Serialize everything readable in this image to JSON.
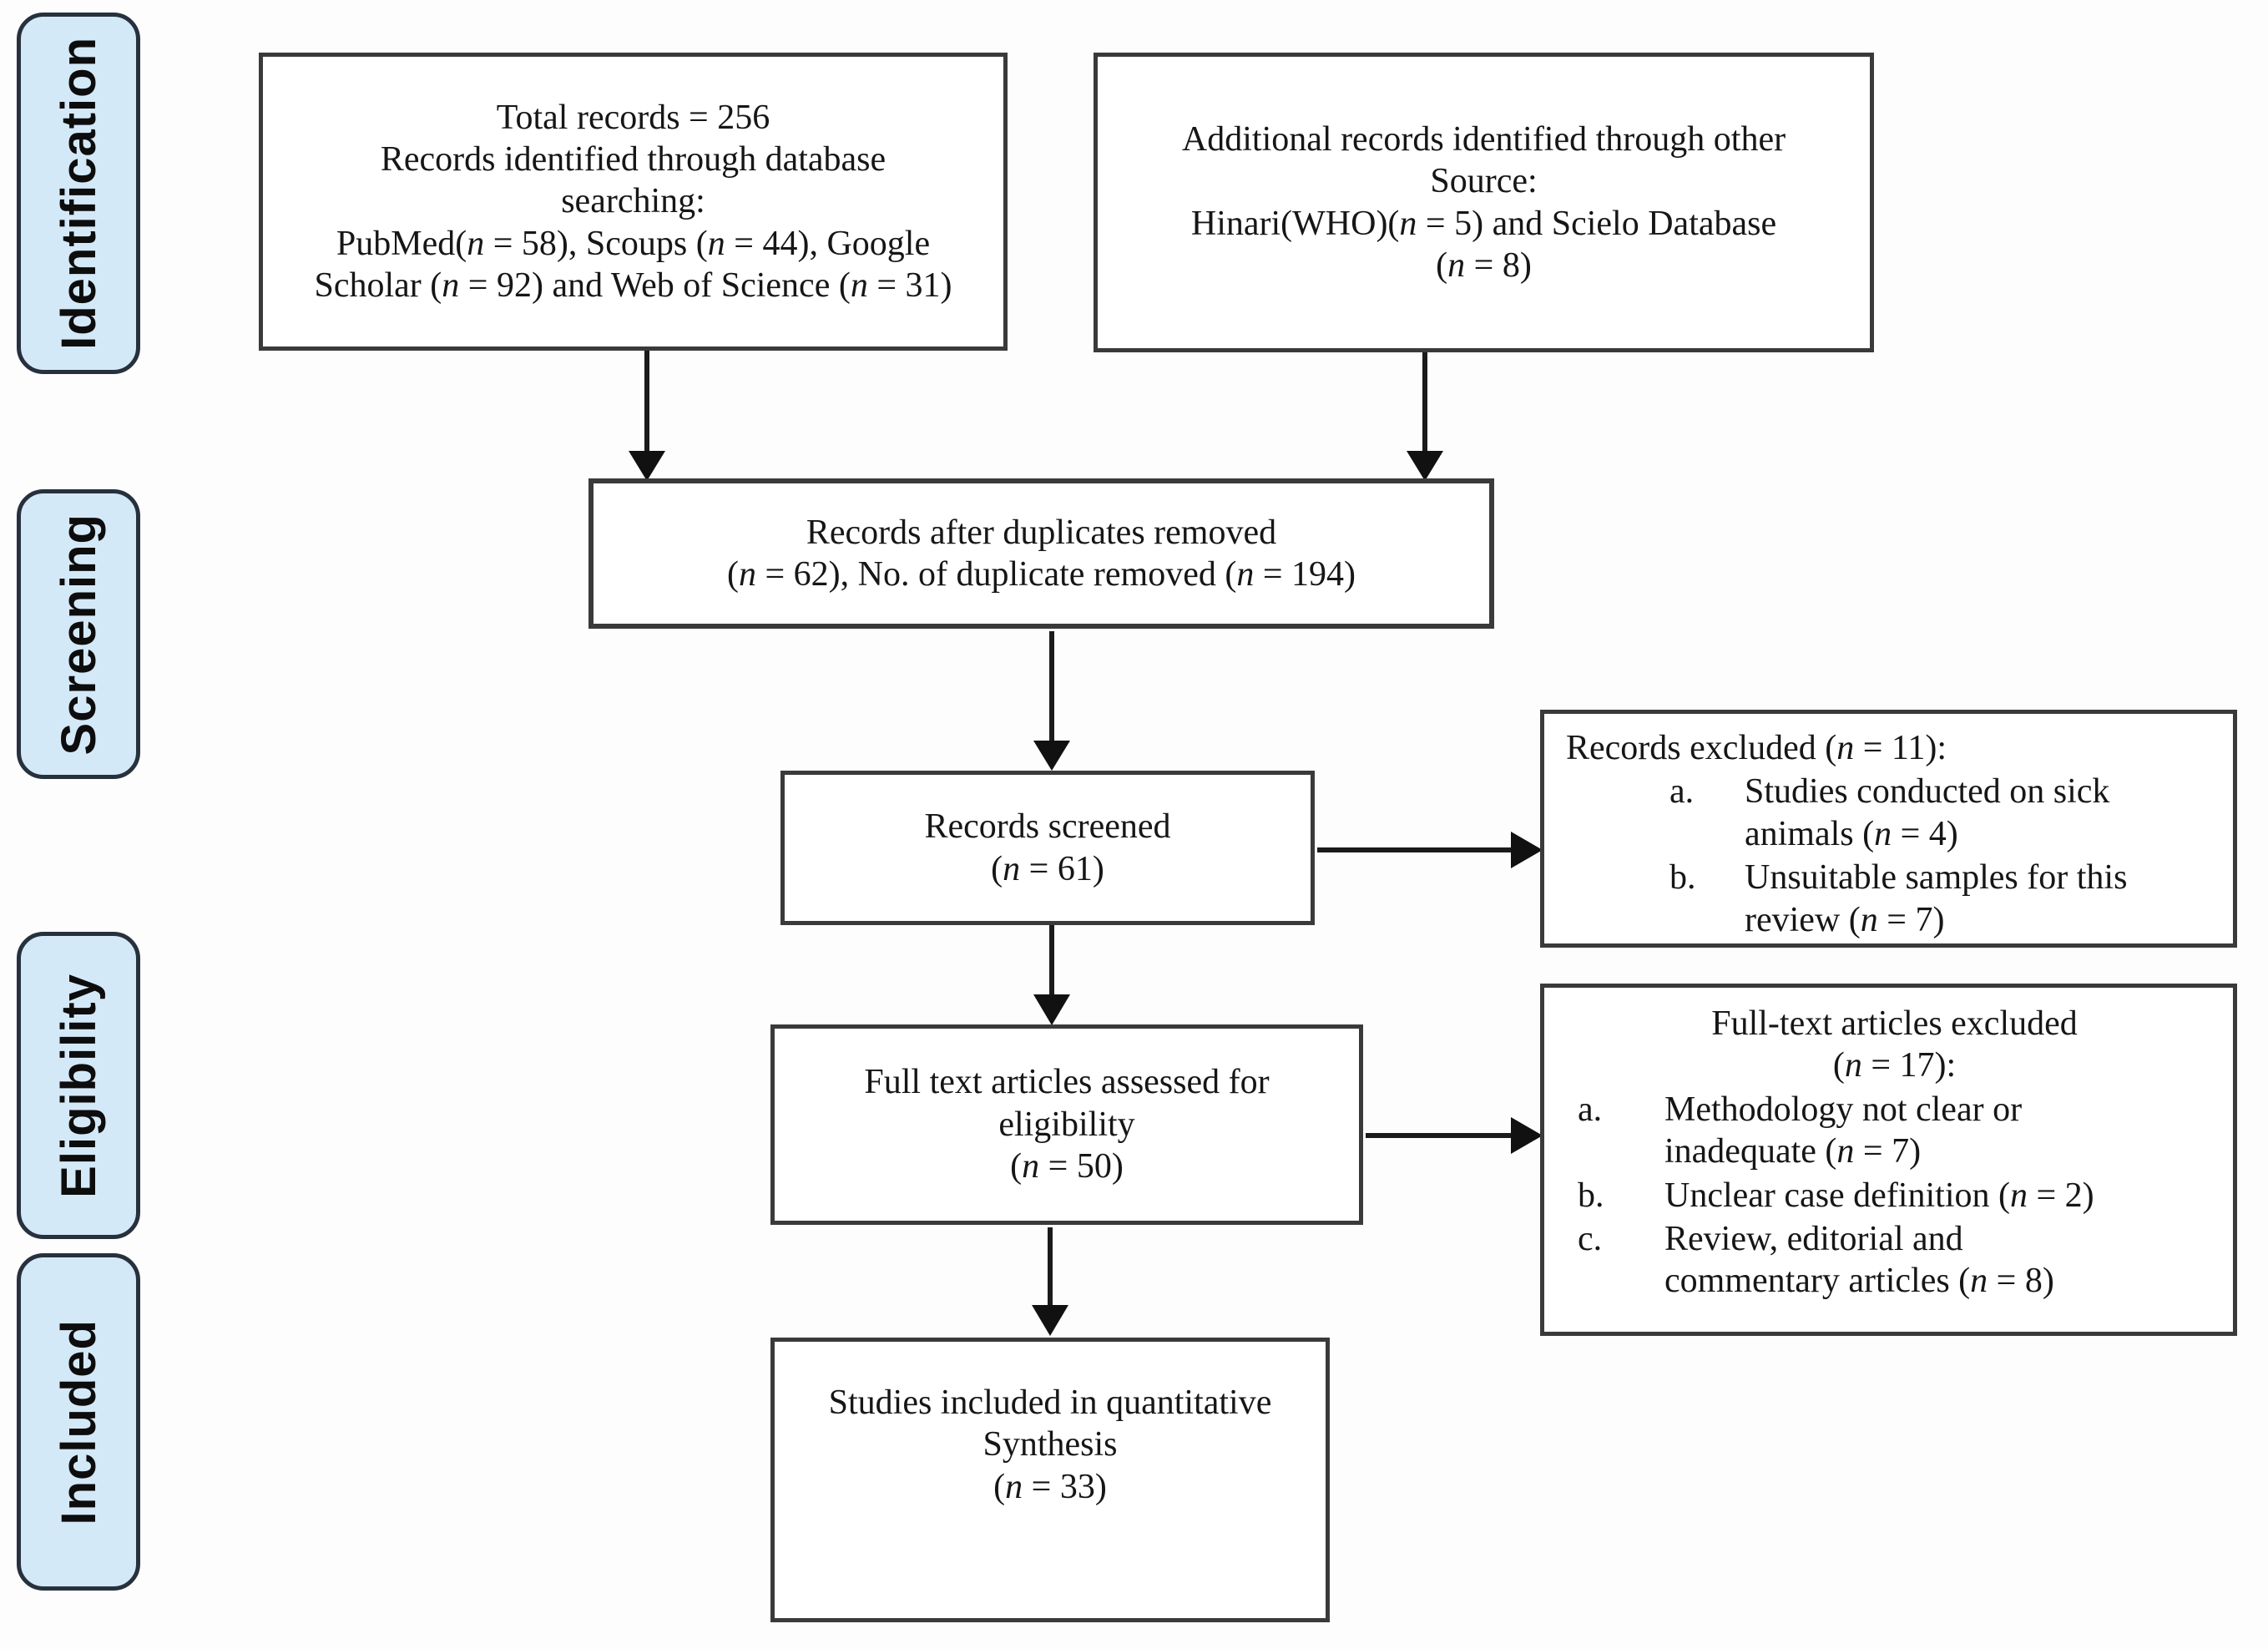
{
  "figure": {
    "kind": "PRISMA flow diagram",
    "colors": {
      "stage_label_fill": "#d4e9f8",
      "stage_label_border": "#27313d",
      "box_border": "#3a3a3a",
      "arrow": "#1b1b1b",
      "text": "#161616"
    }
  },
  "sidebar": {
    "items": [
      {
        "label": "Identification"
      },
      {
        "label": "Screening"
      },
      {
        "label": "Eligibility"
      },
      {
        "label": "Included"
      }
    ]
  },
  "boxes": {
    "identified_database": {
      "text": "Total records = 256\nRecords identified through database\nsearching:\nPubMed(n = 58), Scoups (n = 44), Google\nScholar (n = 92) and Web of Science (n = 31)"
    },
    "identified_other": {
      "text": "Additional records identified through other\nSource:\nHinari(WHO)(n = 5) and Scielo Database\n(n = 8)"
    },
    "duplicates_removed": {
      "text": "Records after duplicates removed\n(n = 62), No. of duplicate removed (n = 194)"
    },
    "records_screened": {
      "text": "Records screened\n(n = 61)"
    },
    "records_excluded": {
      "title": "Records excluded (n = 11):",
      "items": [
        {
          "marker": "a.",
          "text": "Studies conducted on sick\nanimals (n = 4)"
        },
        {
          "marker": "b.",
          "text": "Unsuitable samples for this\nreview (n = 7)"
        }
      ]
    },
    "fulltext_assessed": {
      "text": "Full text articles assessed for\neligibility\n(n = 50)"
    },
    "fulltext_excluded": {
      "title": "Full-text articles excluded\n(n = 17):",
      "items": [
        {
          "marker": "a.",
          "text": "Methodology not clear or\ninadequate (n = 7)"
        },
        {
          "marker": "b.",
          "text": "Unclear case definition (n = 2)"
        },
        {
          "marker": "c.",
          "text": "Review, editorial and\ncommentary articles (n = 8)"
        }
      ]
    },
    "included_synthesis": {
      "text": "Studies included in quantitative\nSynthesis\n(n = 33)"
    }
  }
}
